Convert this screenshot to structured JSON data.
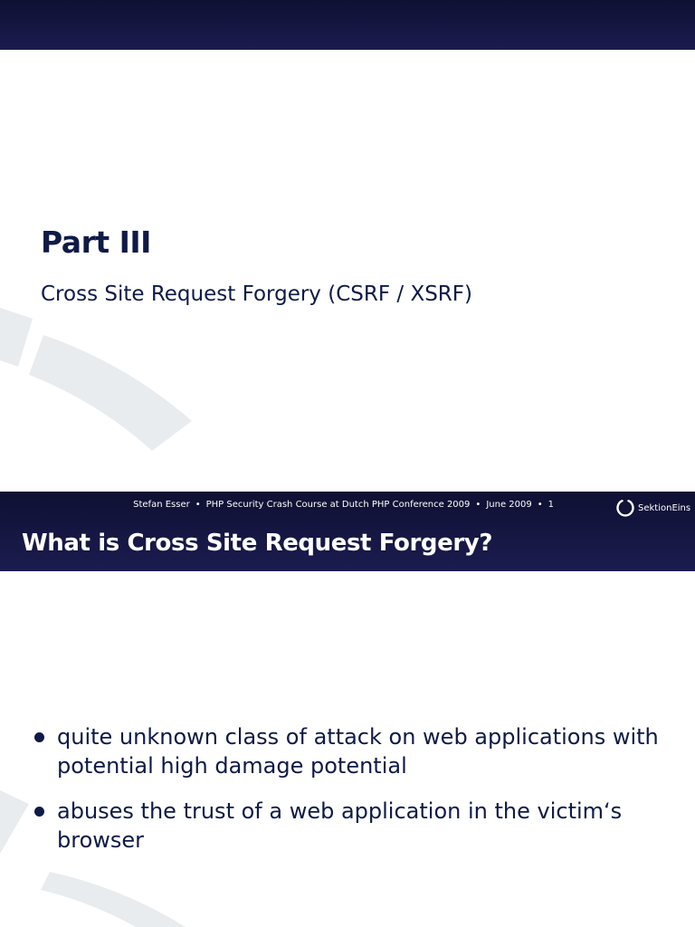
{
  "slide1": {
    "part_title": "Part III",
    "subtitle": "Cross Site Request Forgery (CSRF / XSRF)"
  },
  "slide2": {
    "footer": {
      "author": "Stefan Esser",
      "bullet_sep": "•",
      "course": "PHP Security Crash Course at Dutch PHP Conference 2009",
      "date": "June 2009",
      "page_number": "1"
    },
    "logo_text": "SektionEins",
    "heading": "What is Cross Site Request Forgery?",
    "bullets": [
      {
        "text": "quite unknown class of attack on web applications with potential high damage potential"
      },
      {
        "text": "abuses the trust of a web application in the victim‘s browser"
      }
    ]
  },
  "colors": {
    "navy_bar": "#1b1c4f",
    "title_text": "#0f1a47",
    "decor_gray": "#e8ecee"
  },
  "icons": {
    "logo": "sektioneins-ring-icon",
    "bullet": "bullet-dot-icon"
  }
}
